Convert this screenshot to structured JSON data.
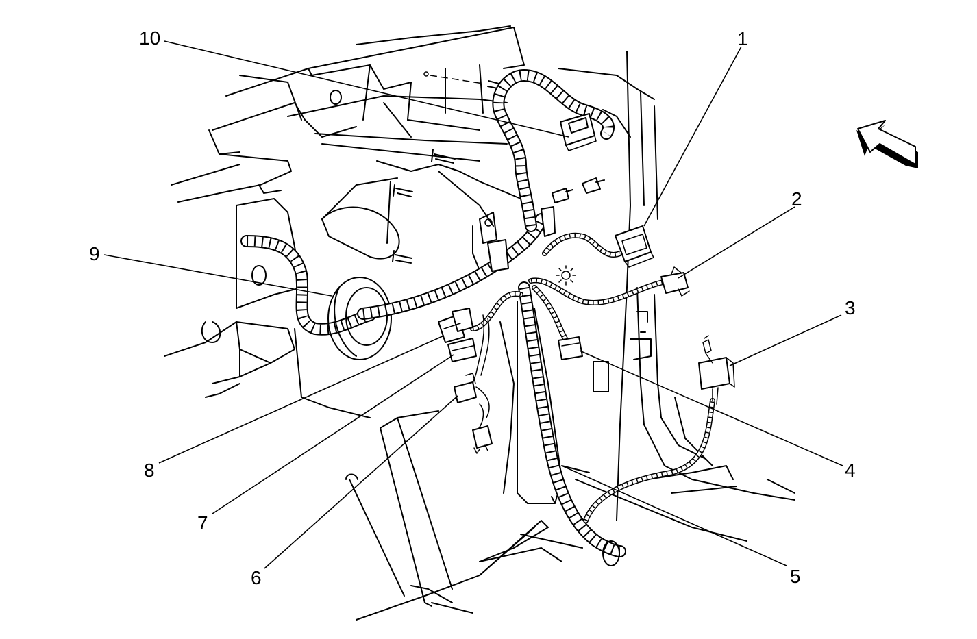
{
  "callouts": [
    {
      "id": "1",
      "label": "1"
    },
    {
      "id": "2",
      "label": "2"
    },
    {
      "id": "3",
      "label": "3"
    },
    {
      "id": "4",
      "label": "4"
    },
    {
      "id": "5",
      "label": "5"
    },
    {
      "id": "6",
      "label": "6"
    },
    {
      "id": "7",
      "label": "7"
    },
    {
      "id": "8",
      "label": "8"
    },
    {
      "id": "9",
      "label": "9"
    },
    {
      "id": "10",
      "label": "10"
    }
  ],
  "icons": {
    "direction_arrow": "forward-direction-arrow-icon",
    "light_symbol": "light-bulb-icon"
  },
  "colors": {
    "line": "#000000",
    "background": "#ffffff"
  }
}
